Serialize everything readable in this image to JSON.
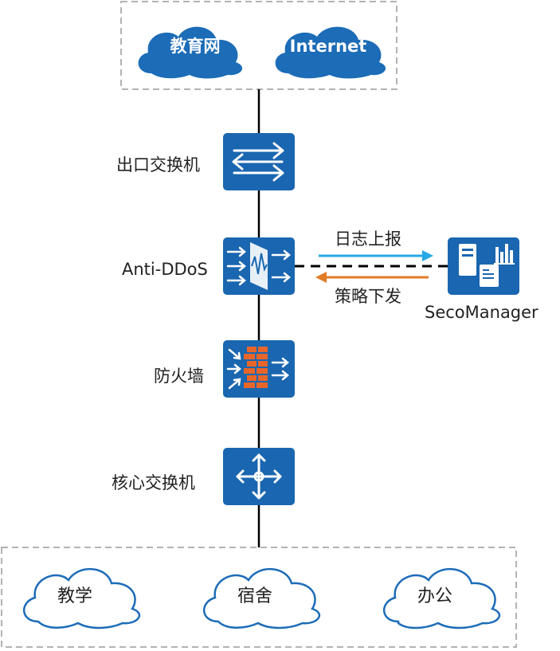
{
  "top_clouds": {
    "edu_net": "教育网",
    "internet": "Internet"
  },
  "devices": {
    "egress_switch": "出口交换机",
    "anti_ddos": "Anti-DDoS",
    "firewall": "防火墙",
    "core_switch": "核心交换机",
    "seco_manager": "SecoManager"
  },
  "flows": {
    "log_report": "日志上报",
    "policy_deploy": "策略下发"
  },
  "bottom_clouds": {
    "teaching": "教学",
    "dorm": "宿舍",
    "office": "办公"
  },
  "colors": {
    "device_blue": "#1a66b0",
    "cloud_blue": "#1c6cb7",
    "log_arrow": "#27a9e6",
    "policy_arrow": "#e07b27",
    "brick": "#e8662a"
  }
}
